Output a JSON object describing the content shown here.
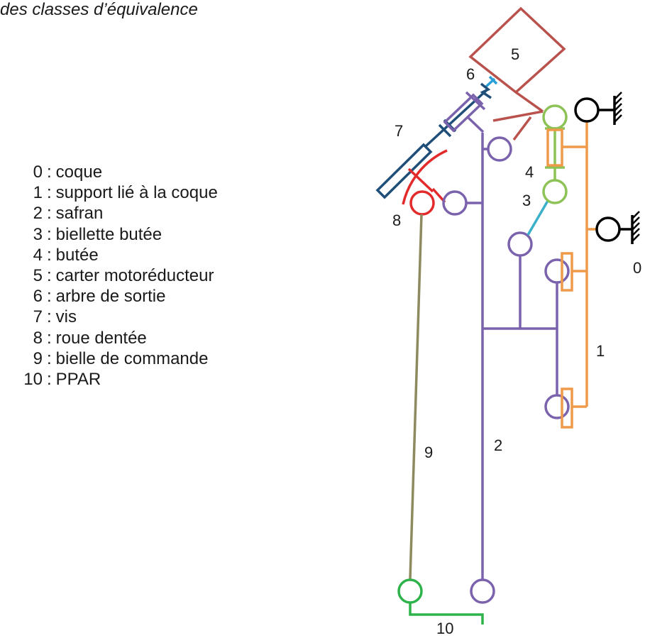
{
  "heading": "des classes d’équivalence",
  "legend": [
    {
      "num": "0",
      "label": "coque"
    },
    {
      "num": "1",
      "label": "support lié à la coque"
    },
    {
      "num": "2",
      "label": "safran"
    },
    {
      "num": "3",
      "label": "biellette butée"
    },
    {
      "num": "4",
      "label": "butée"
    },
    {
      "num": "5",
      "label": "carter motoréducteur"
    },
    {
      "num": "6",
      "label": "arbre de sortie"
    },
    {
      "num": "7",
      "label": "vis"
    },
    {
      "num": "8",
      "label": "roue dentée"
    },
    {
      "num": "9",
      "label": "bielle de commande"
    },
    {
      "num": "10",
      "label": "PPAR"
    }
  ],
  "separator": ":",
  "diagram_labels": {
    "l0": "0",
    "l1": "1",
    "l2": "2",
    "l3": "3",
    "l4": "4",
    "l5": "5",
    "l6": "6",
    "l7": "7",
    "l8": "8",
    "l9": "9",
    "l10": "10"
  },
  "colors": {
    "class0": "#000000",
    "class1": "#ef9a4a",
    "class2": "#7a62ad",
    "class3": "#3bb0c9",
    "class4": "#8dc256",
    "class5": "#b9524d",
    "class6": "#2a9fd6",
    "class7": "#1f4e79",
    "class8": "#e32a2a",
    "class9": "#8c8a5e",
    "class10": "#2db34a"
  }
}
